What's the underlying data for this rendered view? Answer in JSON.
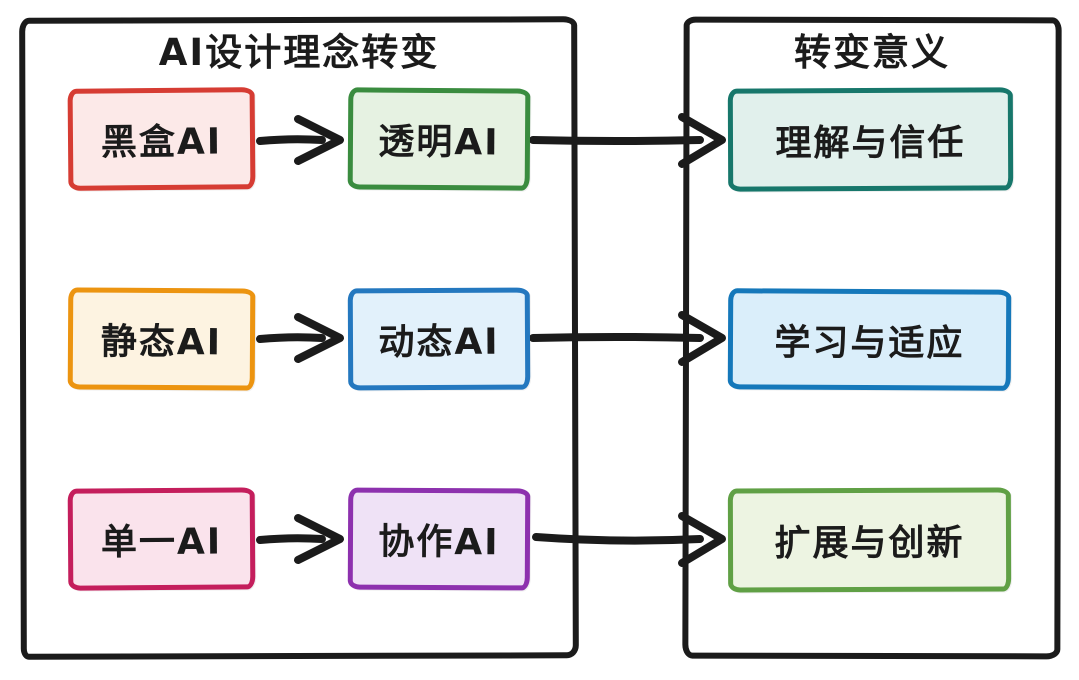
{
  "diagram": {
    "left_panel": {
      "title": "AI设计理念转变",
      "boxes": [
        {
          "label": "黑盒AI",
          "border": "#d63c33",
          "fill": "#fce9e8"
        },
        {
          "label": "透明AI",
          "border": "#3a8c3f",
          "fill": "#e6f2e2"
        },
        {
          "label": "静态AI",
          "border": "#ec9410",
          "fill": "#fdf3e1"
        },
        {
          "label": "动态AI",
          "border": "#2478bf",
          "fill": "#e2f1fb"
        },
        {
          "label": "单一AI",
          "border": "#c41e5c",
          "fill": "#fae3ec"
        },
        {
          "label": "协作AI",
          "border": "#8d31ae",
          "fill": "#efe2f6"
        }
      ]
    },
    "right_panel": {
      "title": "转变意义",
      "boxes": [
        {
          "label": "理解与信任",
          "border": "#17776b",
          "fill": "#e1f0ec"
        },
        {
          "label": "学习与适应",
          "border": "#1578ba",
          "fill": "#daeefa"
        },
        {
          "label": "扩展与创新",
          "border": "#60a045",
          "fill": "#edf4e2"
        }
      ]
    },
    "connections": [
      {
        "from": "黑盒AI",
        "to": "透明AI"
      },
      {
        "from": "透明AI",
        "to": "理解与信任"
      },
      {
        "from": "静态AI",
        "to": "动态AI"
      },
      {
        "from": "动态AI",
        "to": "学习与适应"
      },
      {
        "from": "单一AI",
        "to": "协作AI"
      },
      {
        "from": "协作AI",
        "to": "扩展与创新"
      }
    ],
    "colors": {
      "stroke": "#1b1b1b",
      "background": "#ffffff"
    }
  }
}
